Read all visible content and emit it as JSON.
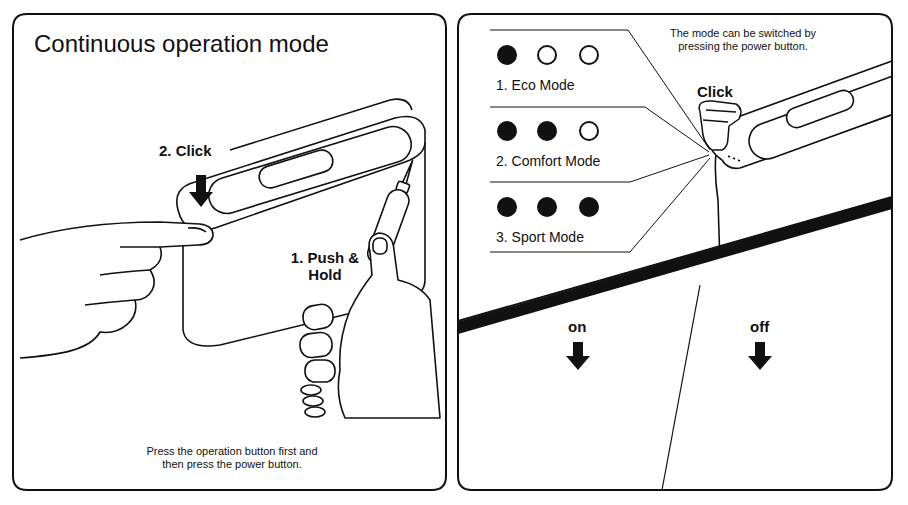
{
  "diagram": {
    "nodes": [
      {
        "text": [
          "Continuous operation mode",
          "2. Click",
          "1. Push & Hold",
          "Press the operation button first and then press the power button."
        ]
      },
      {
        "text": [
          "The mode can be switched by pressing the power button.",
          "1. Eco Mode",
          "2. Comfort Mode",
          "3. Sport Mode",
          "Click"
        ]
      },
      {
        "text": [
          "on",
          "off"
        ]
      }
    ]
  }
}
